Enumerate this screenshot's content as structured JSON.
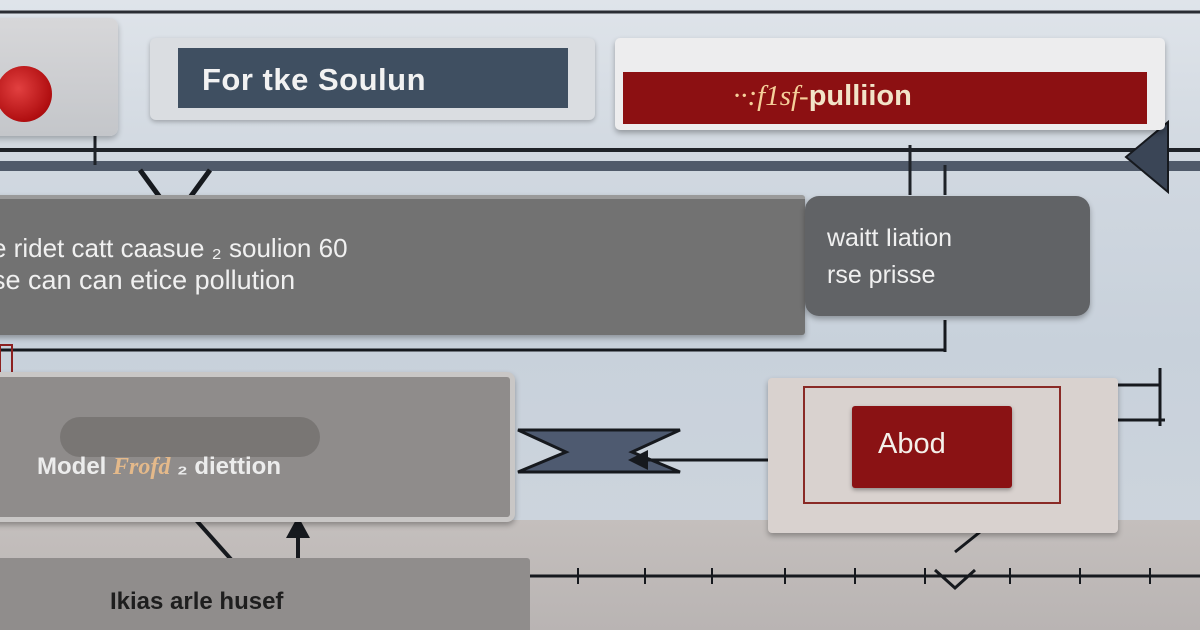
{
  "title": {
    "text": "For  tke Soulun"
  },
  "banner": {
    "prefix": "··:f1sf-",
    "text": "pulliion"
  },
  "process": {
    "line1": "e ridet catt caasue  ₂ soulion 60",
    "line2": "se can can etice pollution"
  },
  "wait": {
    "line1": "waitt Iiation",
    "line2": "rse prisse"
  },
  "model": {
    "prefix": "Model ",
    "accent": "Frofd",
    "suffix": "  ₂ diettion"
  },
  "output": {
    "button_label": "Abod"
  },
  "footer": {
    "text": "Ikias arle husef"
  },
  "colors": {
    "accent_red": "#8c1012",
    "navy": "#3f4f61",
    "line": "#1a1d22"
  }
}
